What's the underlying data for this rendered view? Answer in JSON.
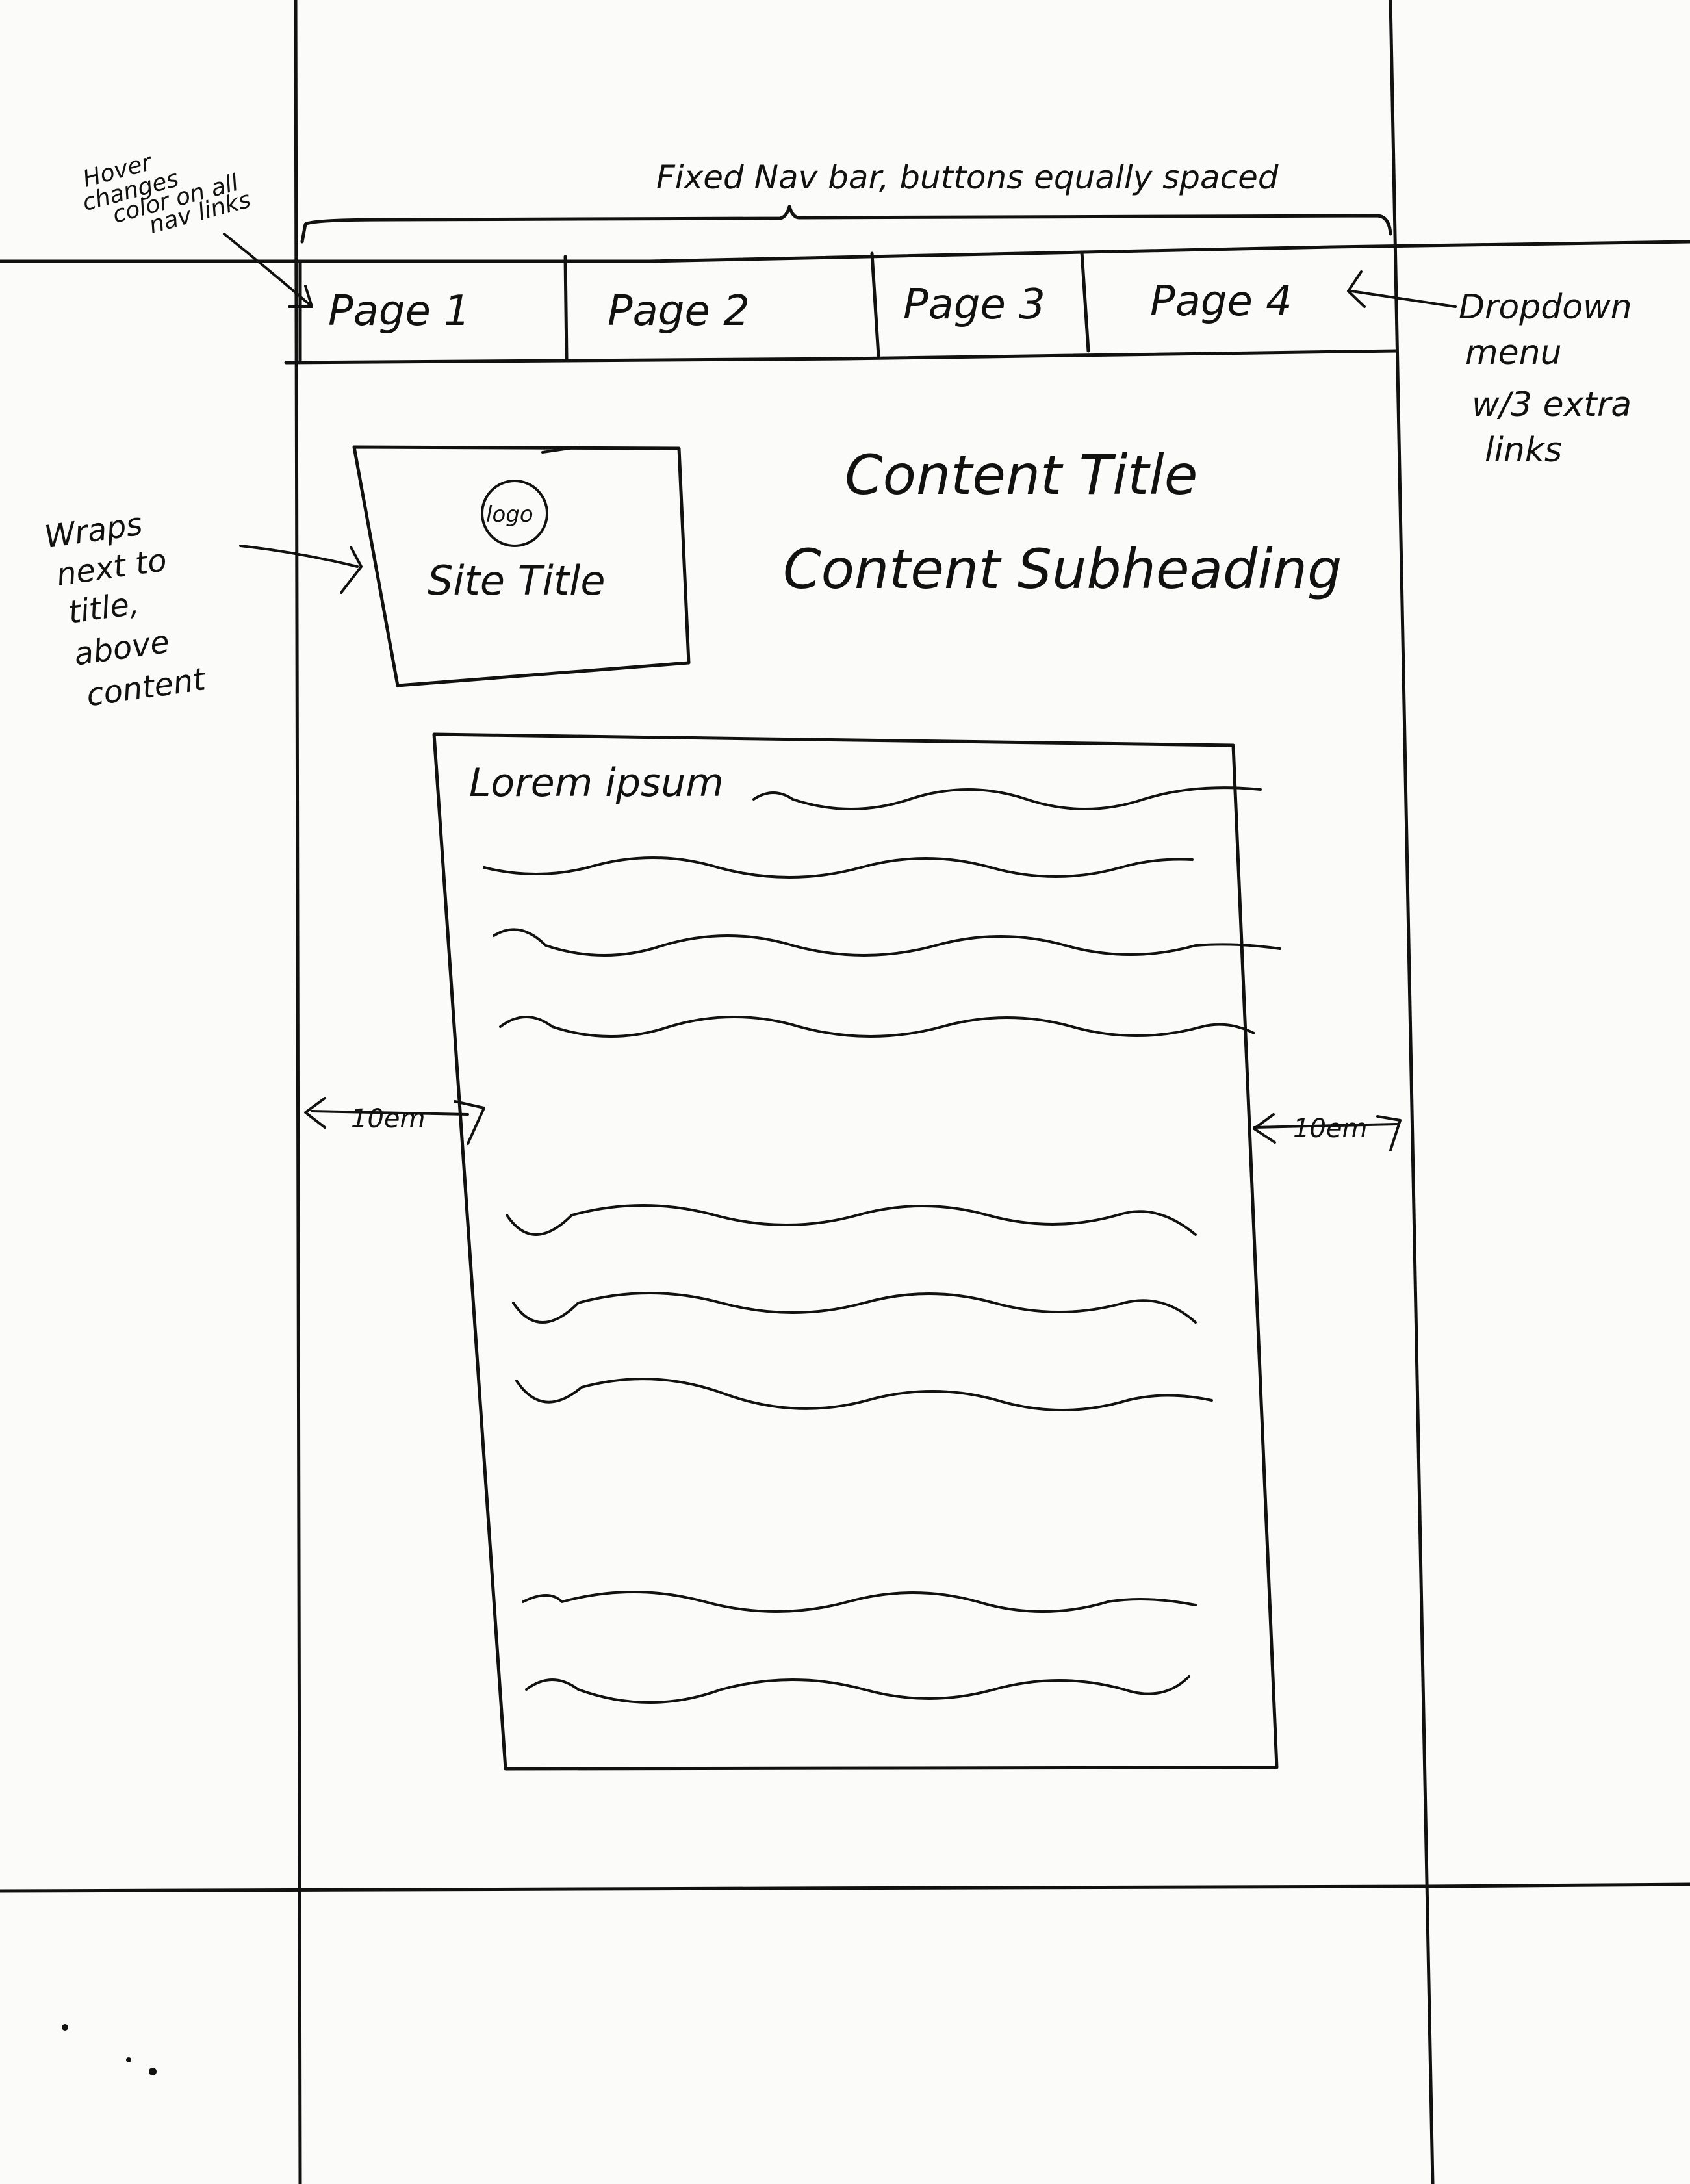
{
  "annotations": {
    "navbar_note": "Fixed Nav bar, buttons equally spaced",
    "hover_note": [
      "Hover",
      "changes",
      "color on all",
      "nav links"
    ],
    "dropdown_note": [
      "Dropdown",
      "menu",
      "w/3 extra",
      "links"
    ],
    "wraps_note": [
      "Wraps",
      "next to",
      "title,",
      "above",
      "content"
    ],
    "margin_left": "10em",
    "margin_right": "10em"
  },
  "nav": {
    "items": [
      {
        "label": "Page 1"
      },
      {
        "label": "Page 2"
      },
      {
        "label": "Page 3"
      },
      {
        "label": "Page 4"
      }
    ]
  },
  "header": {
    "logo": "logo",
    "site_title": "Site Title",
    "content_title": "Content Title",
    "content_subheading": "Content Subheading"
  },
  "content": {
    "first_line": "Lorem ipsum"
  }
}
